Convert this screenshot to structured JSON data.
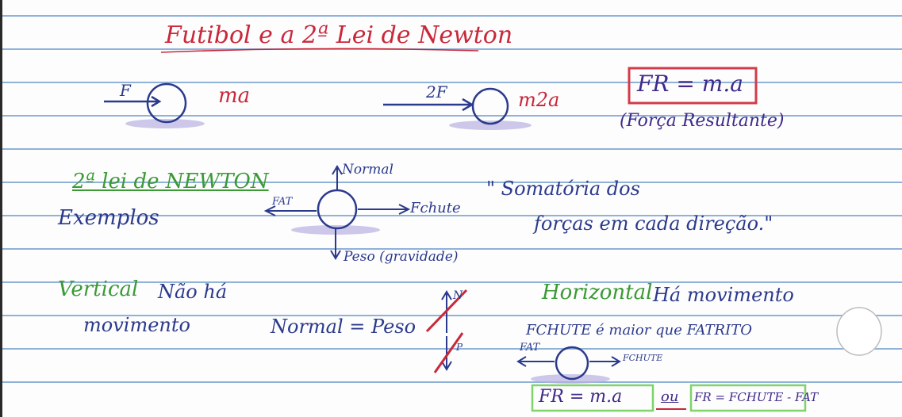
{
  "title": "Futibol e a 2ª Lei de Newton",
  "row1": {
    "force_left": "F",
    "result_left": "ma",
    "force_right": "2F",
    "result_right": "m2a",
    "formula_box": "FR = m.a",
    "formula_caption": "(Força Resultante)"
  },
  "row2": {
    "heading": "2ª lei de NEWTON",
    "examples": "Exemplos",
    "normal": "Normal",
    "fat": "FAT",
    "fchute": "Fchute",
    "peso": "Peso (gravidade)",
    "quote_line1": "\" Somatória dos",
    "quote_line2": "forças em cada direção.\""
  },
  "row3": {
    "vertical_label": "Vertical",
    "vertical_text_1": "Não há",
    "vertical_text_2": "movimento",
    "equation": "Normal = Peso",
    "crossed_n": "N",
    "crossed_p": "P",
    "horizontal_label": "Horizontal",
    "horizontal_text": "Há movimento",
    "comparison": "FCHUTE é maior que FATRITO",
    "fat_small": "FAT",
    "fchute_small": "FCHUTE",
    "formula_a": "FR = m.a",
    "ou": "ou",
    "formula_b": "FR = FCHUTE - FAT"
  },
  "colors": {
    "ink_blue": "#2b3a8c",
    "ink_red": "#c9283a",
    "ink_green": "#3a9a34",
    "ink_purple": "#3f2a8a",
    "line_blue": "#8fb2d9",
    "margin_line": "#2a2a2a"
  }
}
